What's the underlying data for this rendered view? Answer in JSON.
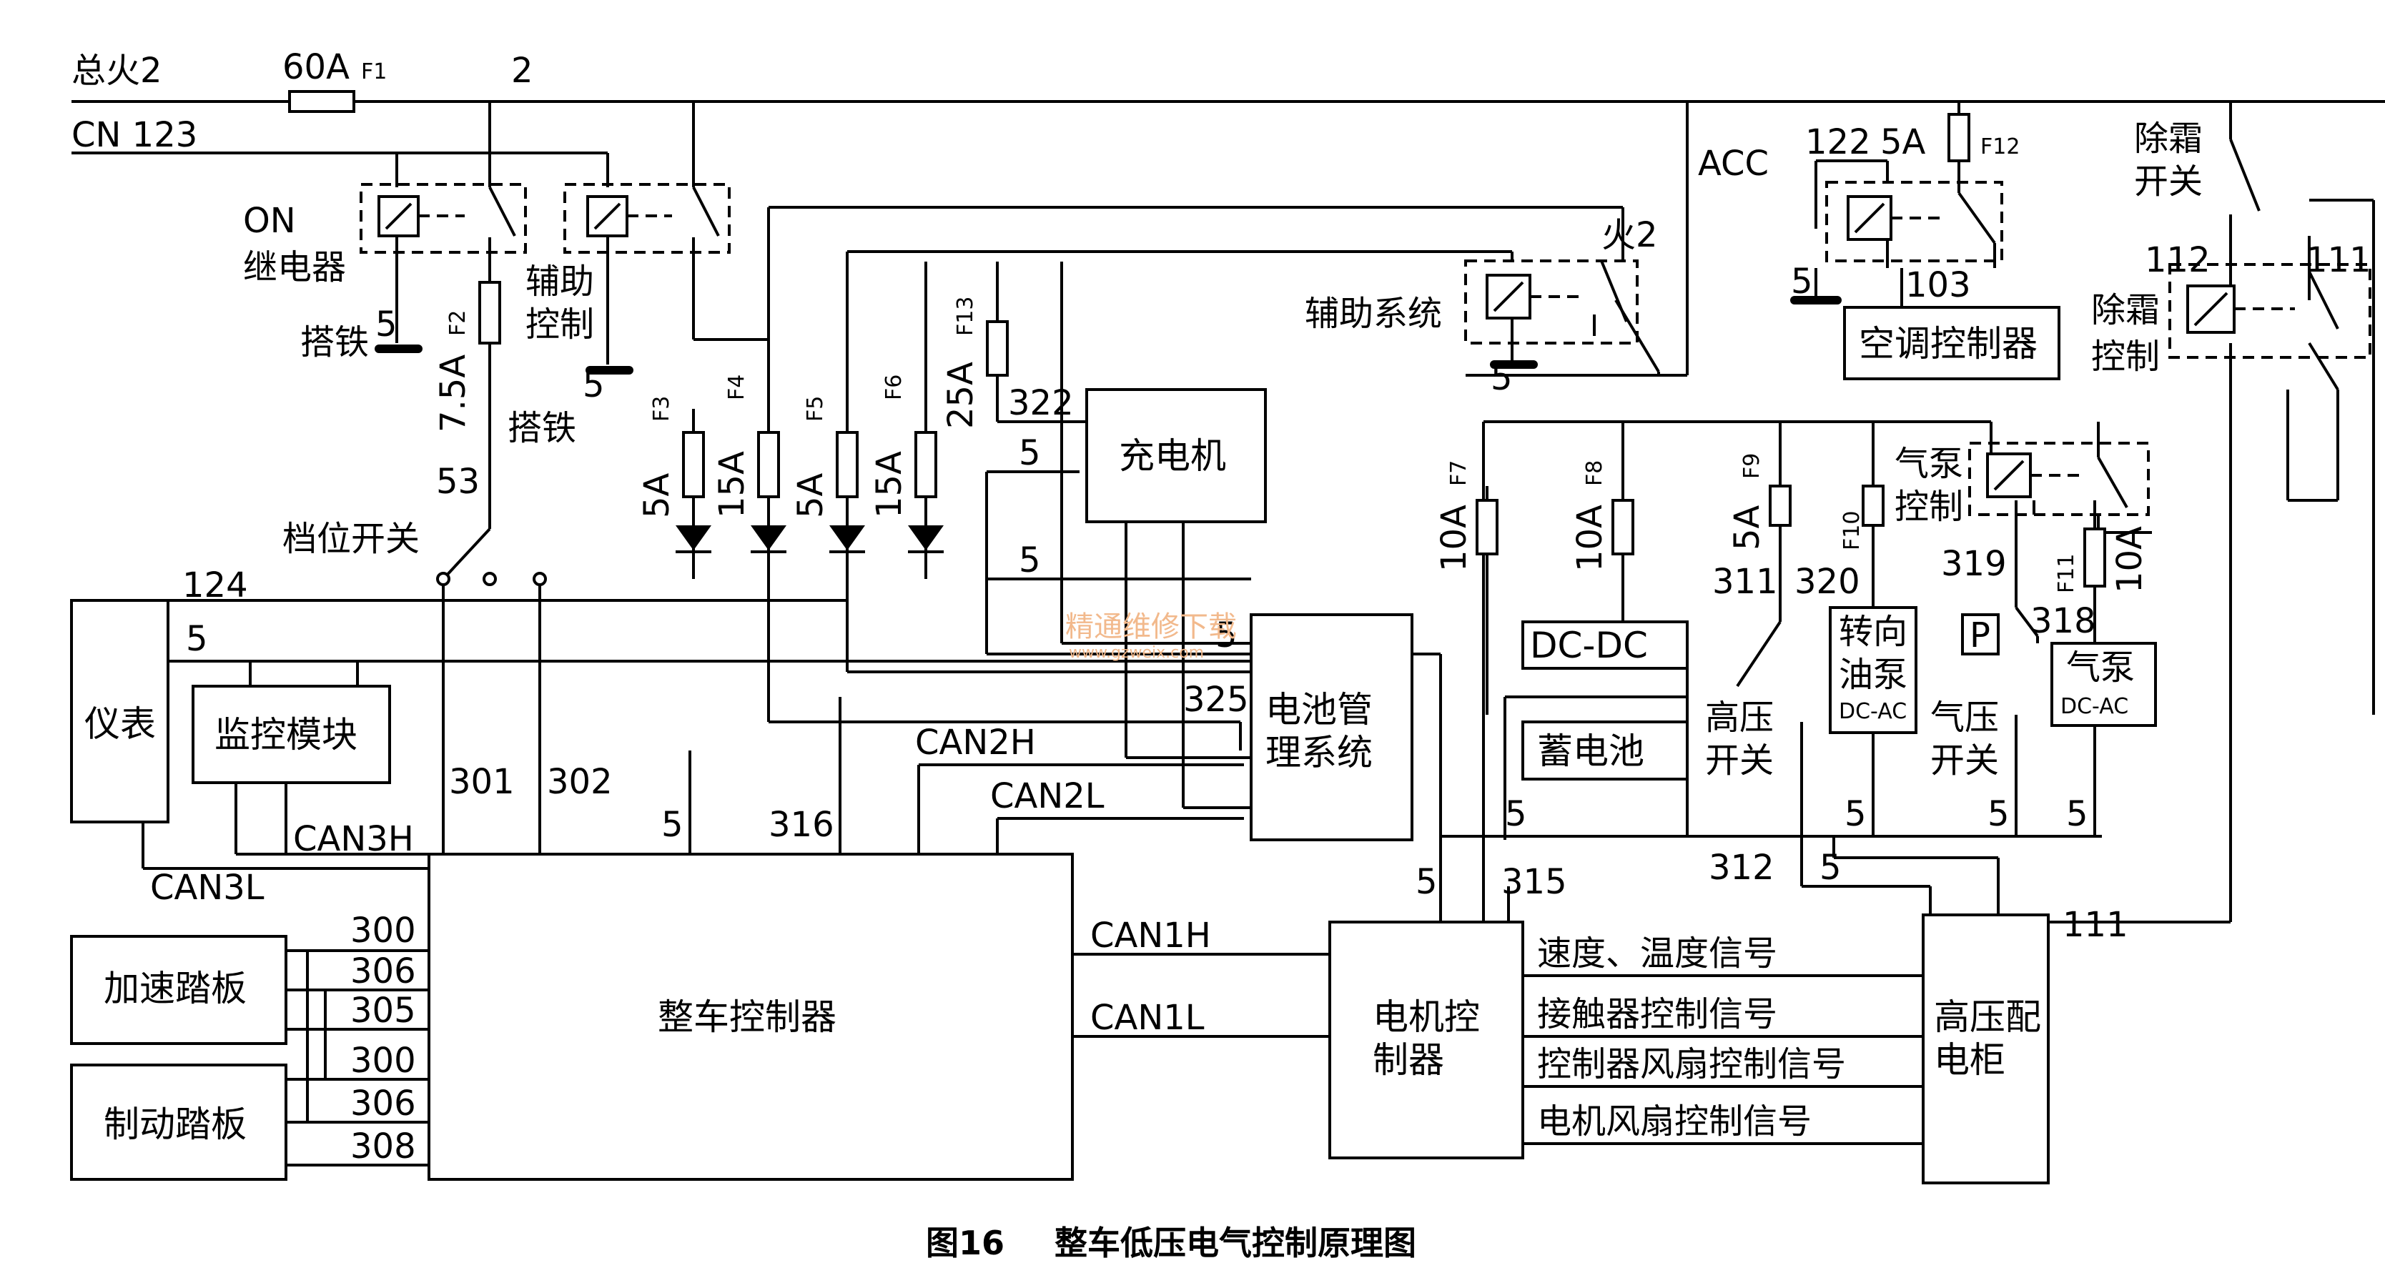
{
  "labels": {
    "zonghuo2": "总火2",
    "f1_rating": "60A",
    "f1": "F1",
    "w2": "2",
    "cn123": "CN 123",
    "on_relay_1": "ON",
    "on_relay_2": "继电器",
    "aux_ctrl_1": "辅助",
    "aux_ctrl_2": "控制",
    "f2_rating": "7.5A",
    "f2": "F2",
    "w5_a": "5",
    "w5_b": "5",
    "dati_1": "搭铁",
    "dati_2": "搭铁",
    "w53": "53",
    "gear_switch": "档位开关",
    "w124": "124",
    "w5_meter": "5",
    "f3_rating": "5A",
    "f3": "F3",
    "f4_rating": "15A",
    "f4": "F4",
    "f5_rating": "5A",
    "f5": "F5",
    "f6_rating": "15A",
    "f6": "F6",
    "f13_rating": "25A",
    "f13": "F13",
    "w322": "322",
    "w5_ch1": "5",
    "w5_ch2": "5",
    "w5_bms": "5",
    "w325": "325",
    "can2h": "CAN2H",
    "can2l": "CAN2L",
    "can3h": "CAN3H",
    "can3l": "CAN3L",
    "w301": "301",
    "w302": "302",
    "w5_vcu": "5",
    "w316": "316",
    "w300_a": "300",
    "w306_a": "306",
    "w305": "305",
    "w300_b": "300",
    "w306_b": "306",
    "w308": "308",
    "can1h": "CAN1H",
    "can1l": "CAN1L",
    "huo2": "火2",
    "aux_sys": "辅助系统",
    "w5_aux": "5",
    "f7_rating": "10A",
    "f7": "F7",
    "f8_rating": "10A",
    "f8": "F8",
    "f9_rating": "5A",
    "f9": "F9",
    "f10": "F10",
    "f11": "F11",
    "f11_rating": "10A",
    "w311": "311",
    "w320": "320",
    "w319": "319",
    "w318": "318",
    "hv_switch_1": "高压",
    "hv_switch_2": "开关",
    "air_pump_ctrl_1": "气泵",
    "air_pump_ctrl_2": "控制",
    "air_press_1": "气压",
    "air_press_2": "开关",
    "p_label": "P",
    "w5_dc": "5",
    "w5_steer": "5",
    "w5_press": "5",
    "w5_pump": "5",
    "w315": "315",
    "w5_mc": "5",
    "w312": "312",
    "w5_hv": "5",
    "w111_a": "111",
    "w111_b": "111",
    "acc": "ACC",
    "w122": "122",
    "f12_rating": "5A",
    "f12": "F12",
    "w5_ac": "5",
    "w103": "103",
    "defrost_sw_1": "除霜",
    "defrost_sw_2": "开关",
    "w112": "112",
    "defrost_ctrl_1": "除霜",
    "defrost_ctrl_2": "控制",
    "sig_speed_temp": "速度、温度信号",
    "sig_contactor": "接触器控制信号",
    "sig_ctrl_fan": "控制器风扇控制信号",
    "sig_motor_fan": "电机风扇控制信号",
    "watermark_1": "精通维修下载",
    "watermark_2": "www.gzweix.com"
  },
  "blocks": {
    "charger": "充电机",
    "bms_1": "电池管",
    "bms_2": "理系统",
    "meter": "仪表",
    "monitor": "监控模块",
    "accel": "加速踏板",
    "brake": "制动踏板",
    "vcu": "整车控制器",
    "motor_ctrl_1": "电机控",
    "motor_ctrl_2": "制器",
    "hv_cabinet_1": "高压配",
    "hv_cabinet_2": "电柜",
    "dcdc": "DC-DC",
    "battery": "蓄电池",
    "steer_pump_1": "转向",
    "steer_pump_2": "油泵",
    "steer_pump_3": "DC-AC",
    "air_pump_1": "气泵",
    "air_pump_2": "DC-AC",
    "ac_ctrl": "空调控制器"
  },
  "caption": {
    "figure": "图16",
    "title": "整车低压电气控制原理图"
  }
}
